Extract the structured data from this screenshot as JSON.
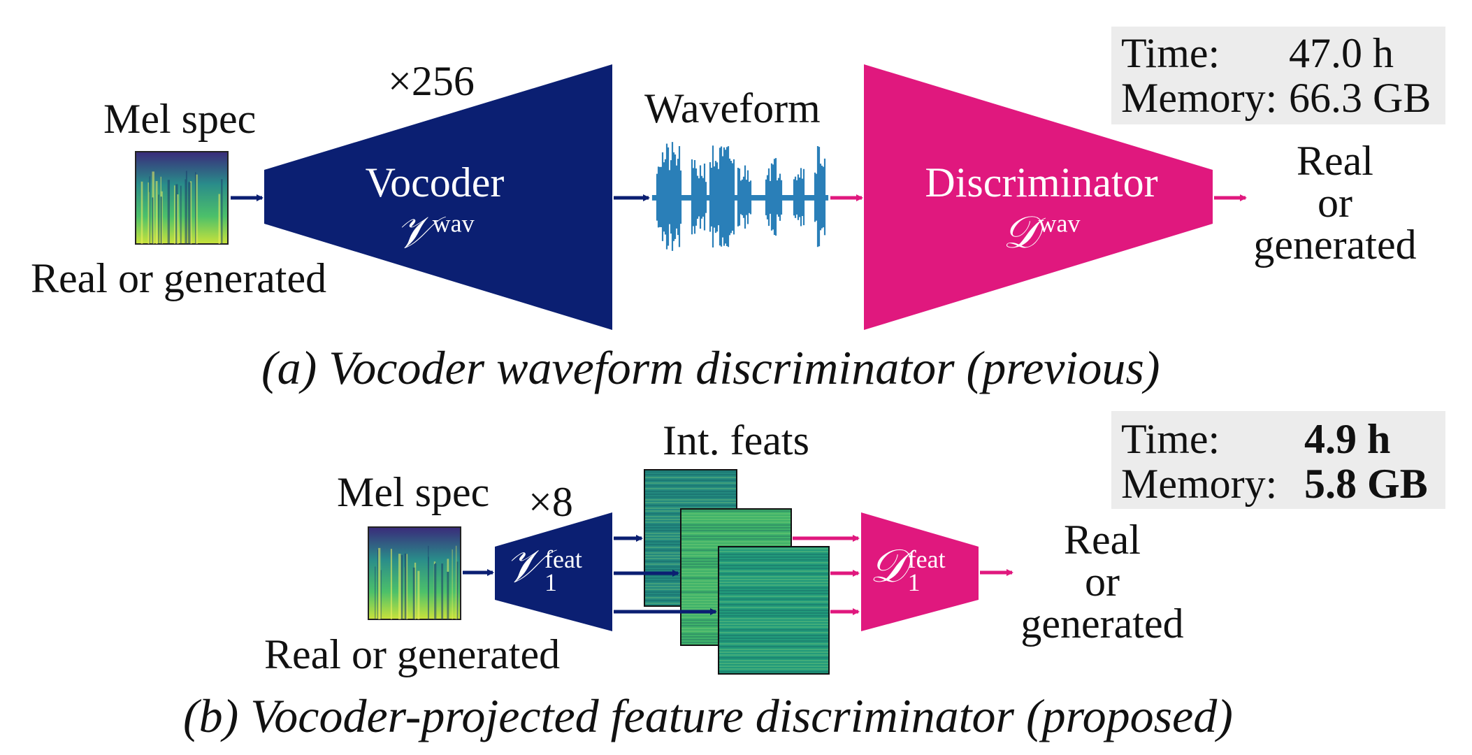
{
  "colors": {
    "vocoder": "#0b1f72",
    "discriminator": "#e0187e",
    "arrow_navy": "#0b1f72",
    "arrow_pink": "#e0187e",
    "waveform": "#2a7fb8",
    "stats_bg": "#ececec"
  },
  "panel_a": {
    "mel_label": "Mel spec",
    "mel_sublabel": "Real or generated",
    "upsample": "×256",
    "waveform_label": "Waveform",
    "vocoder_name": "Vocoder",
    "vocoder_symbol": "𝒱",
    "vocoder_sup": "wav",
    "disc_name": "Discriminator",
    "disc_symbol": "𝒟",
    "disc_sup": "wav",
    "output_label": [
      "Real",
      "or",
      "generated"
    ],
    "stats": {
      "time_label": "Time:",
      "time_value": "47.0 h",
      "memory_label": "Memory:",
      "memory_value": "66.3 GB"
    },
    "caption": "(a) Vocoder waveform discriminator (previous)"
  },
  "panel_b": {
    "mel_label": "Mel spec",
    "mel_sublabel": "Real or generated",
    "upsample": "×8",
    "feats_label": "Int. feats",
    "vocoder_symbol": "𝒱",
    "vocoder_sup": "feat",
    "vocoder_sub": "1",
    "disc_symbol": "𝒟",
    "disc_sup": "feat",
    "disc_sub": "1",
    "output_label": [
      "Real",
      "or",
      "generated"
    ],
    "stats": {
      "time_label": "Time:",
      "time_value": "4.9 h",
      "memory_label": "Memory:",
      "memory_value": "5.8 GB"
    },
    "caption": "(b) Vocoder-projected feature discriminator (proposed)"
  }
}
